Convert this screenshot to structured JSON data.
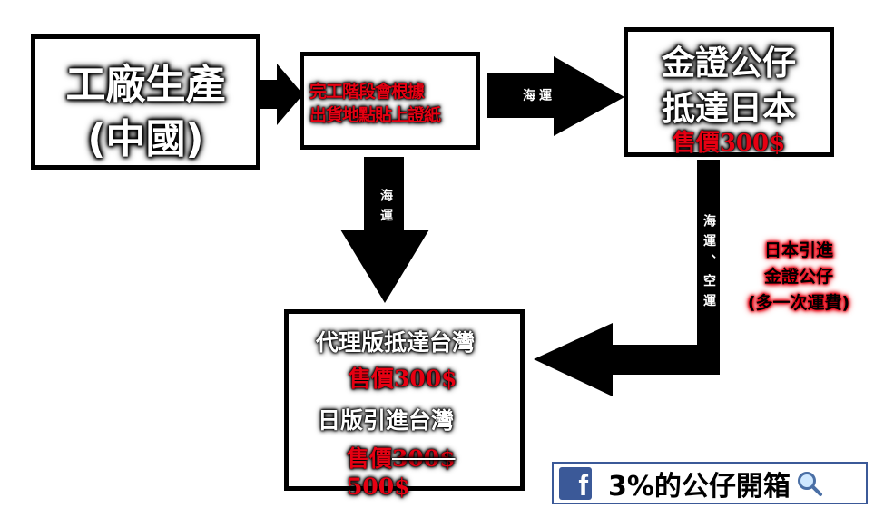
{
  "factory": {
    "line1": "工廠生產",
    "line2": "(中國)"
  },
  "labeling": {
    "line1": "完工階段會根據",
    "line2": "出貨地點貼上證紙"
  },
  "japan": {
    "line1": "金證公仔",
    "line2": "抵達日本",
    "price": "售價300$"
  },
  "taiwan": {
    "agency_title": "代理版抵達台灣",
    "agency_price": "售價300$",
    "jp_title": "日版引進台灣",
    "jp_price_prefix": "售價",
    "jp_price_old": "300$",
    "jp_price_new": "500$"
  },
  "edges": {
    "to_japan": "海運",
    "to_taiwan_agency": "海運",
    "japan_to_taiwan": "海運、空運"
  },
  "note": {
    "line1": "日本引進",
    "line2": "金證公仔",
    "line3": "(多一次運費)"
  },
  "badge": {
    "logo": "f",
    "text": "3%的公仔開箱"
  },
  "colors": {
    "accent_red": "#e60012",
    "badge_blue": "#3b5998"
  }
}
